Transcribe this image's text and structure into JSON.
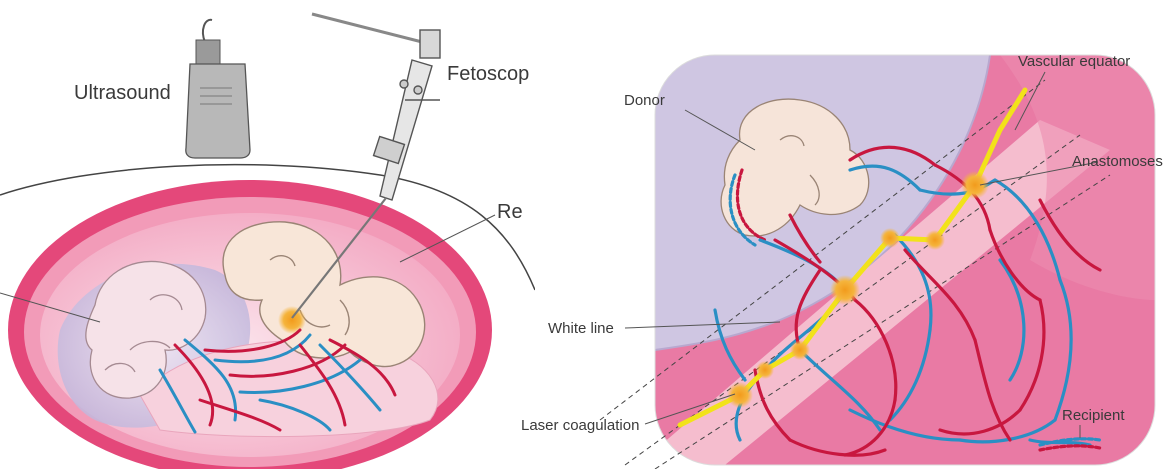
{
  "left_panel": {
    "labels": {
      "ultrasound": "Ultrasound",
      "fetoscope": "Fetoscop",
      "recipient": "Re"
    }
  },
  "right_panel": {
    "labels": {
      "donor": "Donor",
      "vascular_equator": "Vascular equator",
      "anastomoses": "Anastomoses",
      "white_line": "White line",
      "laser_coagulation": "Laser coagulation",
      "recipient": "Recipient"
    }
  },
  "colors": {
    "uterus_wall": "#e4487a",
    "amniotic_fill": "#f7c8d6",
    "placenta_pink": "#e97aa4",
    "fetus_skin": "#f6e4d9",
    "vessel_red": "#c8173f",
    "vessel_blue": "#2a8fc4",
    "laser_yellow": "#f2e21a",
    "coagulation_orange": "#f5b43c"
  }
}
